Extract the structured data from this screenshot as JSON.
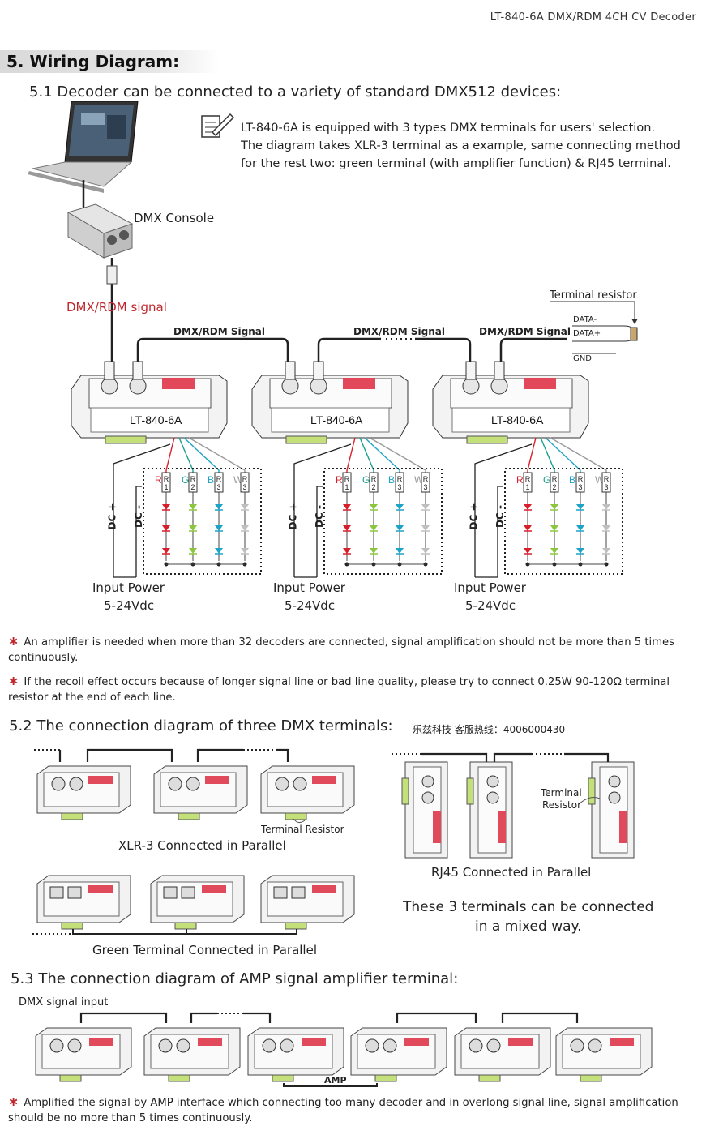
{
  "header": {
    "title": "LT-840-6A DMX/RDM 4CH CV Decoder"
  },
  "section": {
    "number": "5.",
    "title": "Wiring Diagram:"
  },
  "s51": {
    "title": "5.1 Decoder can be connected to a variety of standard DMX512 devices:",
    "note": [
      "LT-840-6A is equipped with 3 types DMX terminals for users' selection.",
      "The diagram takes XLR-3 terminal as a example, same connecting method",
      "for the rest two: green terminal (with amplifier function) & RJ45 terminal."
    ],
    "console_label": "DMX Console",
    "signal_label": "DMX/RDM signal",
    "bus_label": "DMX/RDM Signal",
    "terminal_resistor": "Terminal resistor",
    "data_minus": "DATA-",
    "data_plus": "DATA+",
    "gnd": "GND",
    "decoder_model": "LT-840-6A",
    "channels": [
      "R",
      "G",
      "B",
      "W"
    ],
    "resistors": [
      "R1",
      "R2",
      "R3",
      "R3"
    ],
    "dc_plus": "DC +",
    "dc_minus": "DC -",
    "input_power": "Input Power",
    "voltage": "5-24Vdc"
  },
  "footnotes": [
    "An amplifier is needed when more than 32 decoders are connected, signal amplification should not be more than  5 times continuously.",
    "If the recoil effect occurs because of longer signal line or bad line quality, please try to connect 0.25W 90-120Ω  terminal resistor at the end of each line."
  ],
  "s52": {
    "title": "5.2 The connection diagram of three DMX terminals:",
    "hotline": "乐兹科技 客服热线：4006000430",
    "terminal_resistor": "Terminal Resistor",
    "xlr_caption": "XLR-3 Connected in Parallel",
    "rj45_caption": "RJ45 Connected in Parallel",
    "rj45_resistor_line1": "Terminal",
    "rj45_resistor_line2": "Resistor",
    "green_caption": "Green Terminal Connected in Parallel",
    "mixed_line1": "These 3 terminals can be connected",
    "mixed_line2": "in a mixed way."
  },
  "s53": {
    "title": "5.3 The connection diagram of AMP signal amplifier terminal:",
    "input_prefix": "DMX",
    "input_suffix": " signal input",
    "amp_label": "AMP",
    "footnote": "Amplified the signal by AMP interface which connecting too many decoder and in overlong signal line, signal amplification should be no more than 5 times continuously."
  },
  "colors": {
    "accent_red": "#c0272d",
    "led_red": "#d81e2b",
    "led_green": "#8cc63f",
    "led_blue": "#1ea3c8",
    "led_white": "#bfbfbf"
  }
}
